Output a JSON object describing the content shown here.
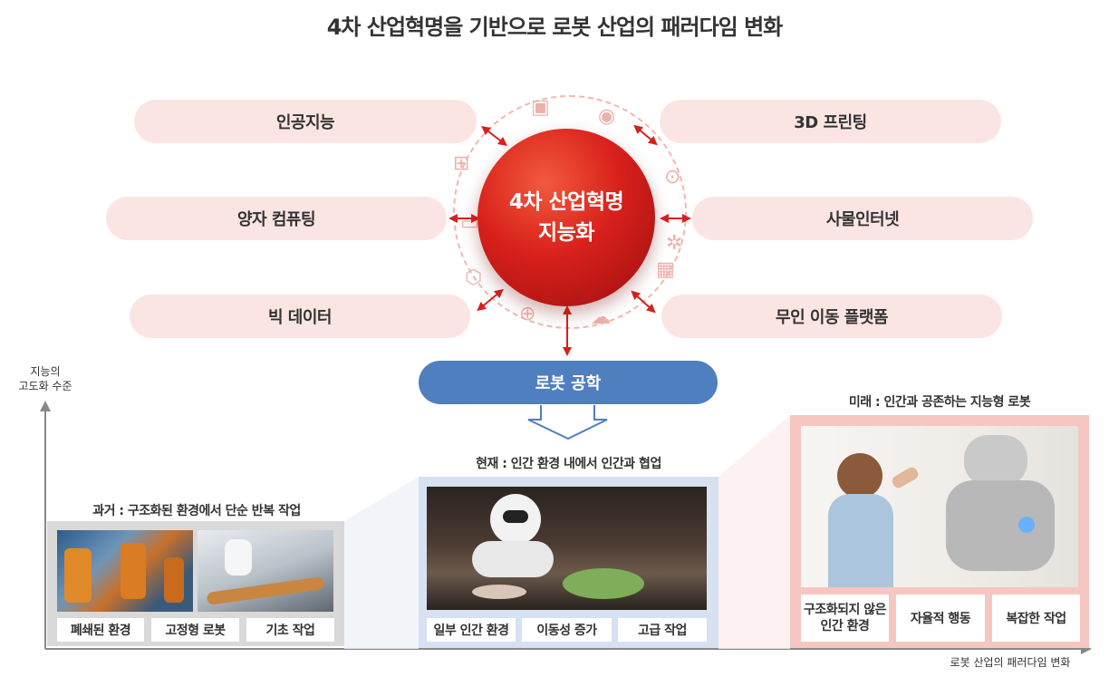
{
  "title": "4차 산업혁명을 기반으로 로봇 산업의 패러다임 변화",
  "center": {
    "line1": "4차 산업혁명",
    "line2": "지능화"
  },
  "technologies": {
    "ai": "인공지능",
    "printing": "3D 프린팅",
    "quantum": "양자 컴퓨팅",
    "iot": "사물인터넷",
    "bigdata": "빅 데이터",
    "mobility": "무인 이동 플랫폼"
  },
  "robot_engineering": "로봇 공학",
  "axis": {
    "y_label_line1": "지능의",
    "y_label_line2": "고도화 수준",
    "x_label": "로봇 산업의 패러다임 변화"
  },
  "stages": {
    "past": {
      "label": "과거 : 구조화된 환경에서 단순 반복 작업",
      "tags": [
        "폐쇄된 환경",
        "고정형 로봇",
        "기초 작업"
      ]
    },
    "present": {
      "label": "현재 : 인간 환경 내에서 인간과 협업",
      "tags": [
        "일부 인간 환경",
        "이동성 증가",
        "고급 작업"
      ]
    },
    "future": {
      "label": "미래 : 인간과 공존하는 지능형 로봇",
      "tags": [
        "구조화되지 않은\n인간 환경",
        "자율적 행동",
        "복잡한 작업"
      ]
    }
  },
  "colors": {
    "accent_red": "#d8201b",
    "pill_pink": "#fbe5e3",
    "robot_blue": "#4f7fbe",
    "past_bg": "#d9d9d9",
    "present_bg": "#d6e2f1",
    "future_bg": "#f6c6c0"
  }
}
